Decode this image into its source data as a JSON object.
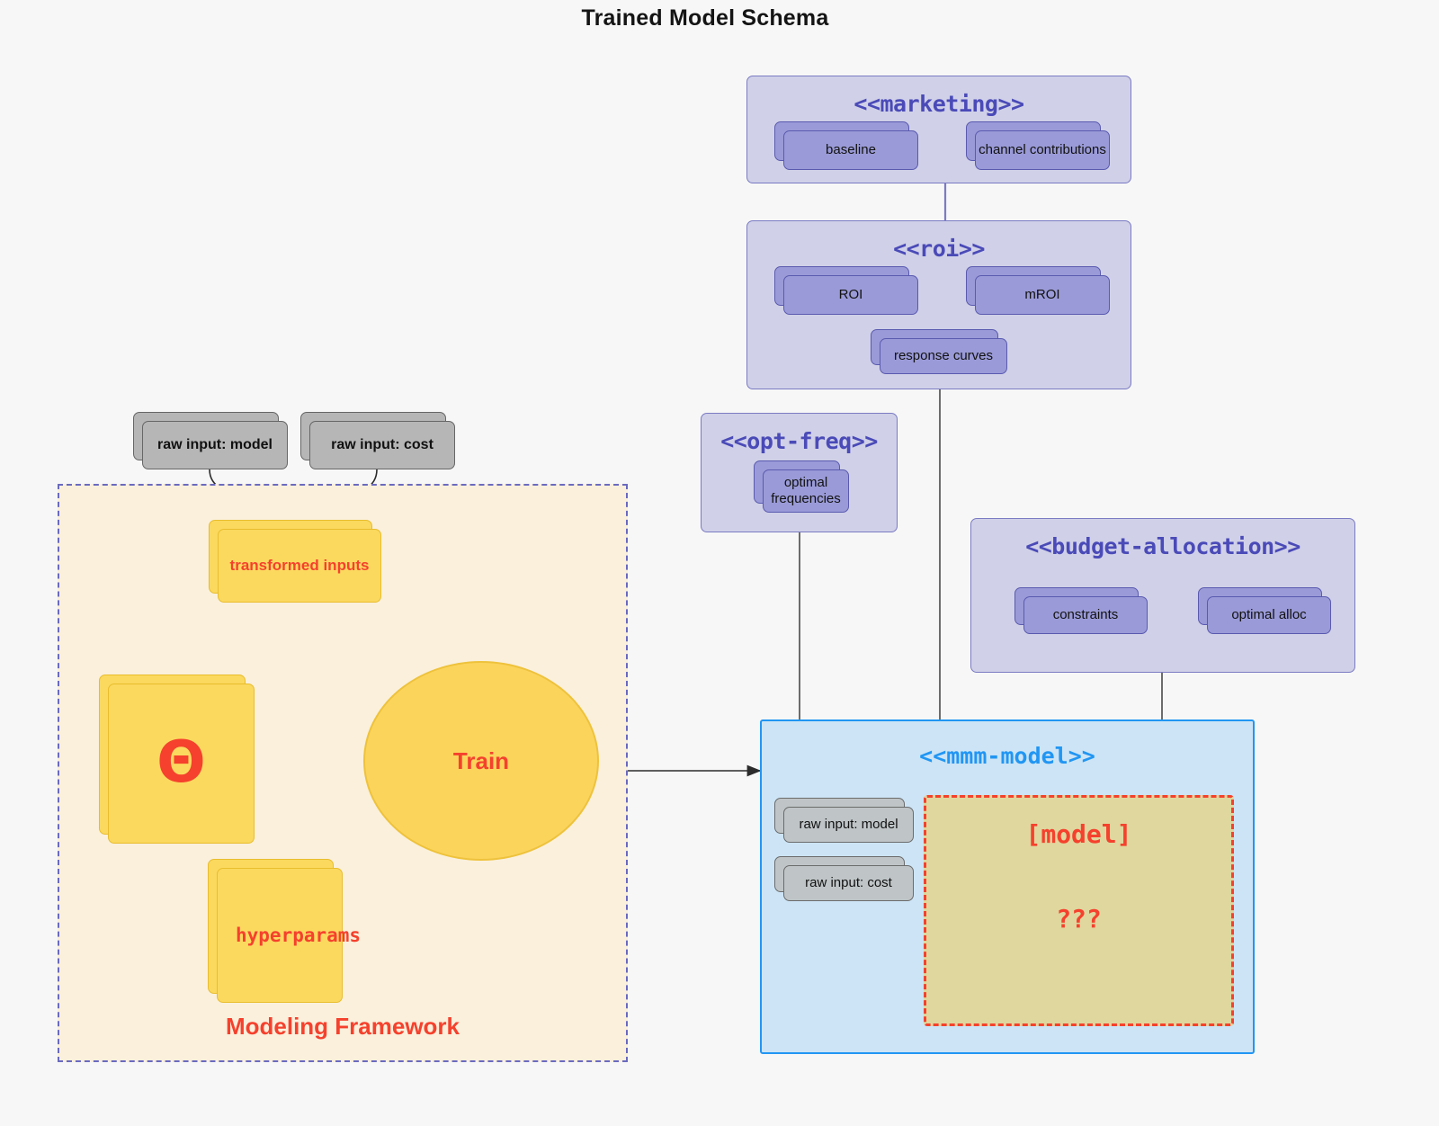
{
  "title": "Trained Model Schema",
  "colors": {
    "page_bg": "#f7f7f7",
    "group_bg": "#d0d0e8",
    "group_border": "#7b7bc4",
    "group_title": "#4a4ab8",
    "card_purple": "#9a9ad8",
    "card_purple_border": "#5a5ab0",
    "card_grey": "#b6b6b6",
    "card_grey_border": "#666666",
    "card_yellow": "#fbd95f",
    "card_yellow_border": "#e9bd2c",
    "accent_red": "#f5412d",
    "framework_bg": "#faf0dc",
    "framework_border": "#6a6ac0",
    "mmm_bg": "#cce4f6",
    "mmm_border": "#2196f3",
    "mmm_inner_bg": "#dfd79e",
    "mmm_inner_border": "#f5412d"
  },
  "inputs": {
    "raw_model": "raw input: model",
    "raw_cost": "raw input: cost"
  },
  "framework": {
    "label": "Modeling Framework",
    "transformed_inputs": "transformed inputs",
    "theta": "Θ",
    "hyperparams": "hyperparams",
    "train": "Train"
  },
  "groups": {
    "marketing": {
      "title": "<<marketing>>",
      "cards": [
        "baseline",
        "channel contributions"
      ]
    },
    "roi": {
      "title": "<<roi>>",
      "cards": [
        "ROI",
        "mROI",
        "response curves"
      ]
    },
    "opt_freq": {
      "title": "<<opt-freq>>",
      "cards": [
        "optimal\nfrequencies"
      ],
      "card_line1": "optimal",
      "card_line2": "frequencies"
    },
    "budget_allocation": {
      "title": "<<budget-allocation>>",
      "cards": [
        "constraints",
        "optimal alloc"
      ]
    },
    "mmm_model": {
      "title": "<<mmm-model>>",
      "raw_cards": [
        "raw input: model",
        "raw input: cost"
      ],
      "inner_label": "[model]",
      "inner_question": "???"
    }
  }
}
